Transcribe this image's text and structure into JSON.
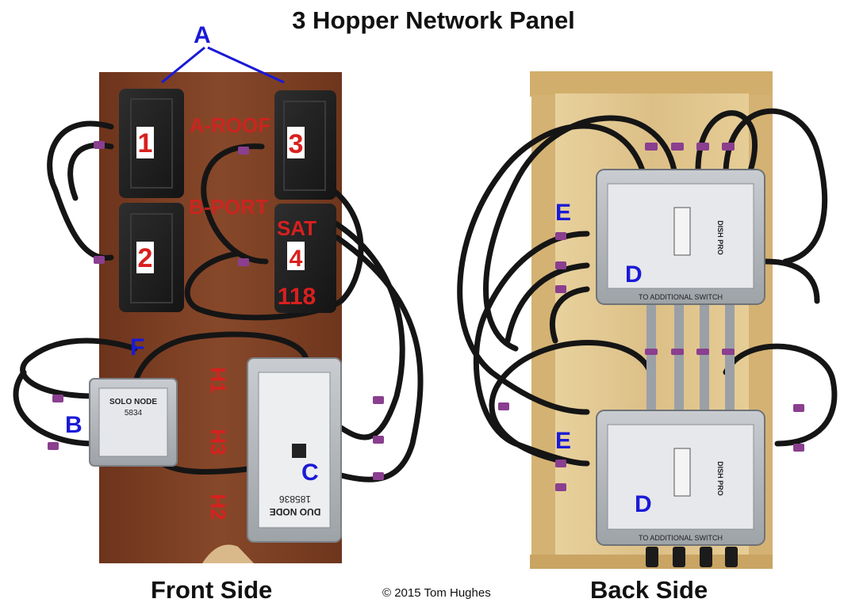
{
  "title": "3 Hopper Network Panel",
  "captions": {
    "front": "Front Side",
    "back": "Back Side"
  },
  "copyright": "© 2015 Tom Hughes",
  "callouts": {
    "a": "A",
    "b": "B",
    "c": "C",
    "d1": "D",
    "d2": "D",
    "e1": "E",
    "e2": "E",
    "f": "F"
  },
  "front_labels": {
    "a_roof": "A-ROOF",
    "b_port": "B-PORT",
    "sat": "SAT",
    "sat_118": "118",
    "h1": "H1",
    "h3": "H3",
    "h2": "H2",
    "num1": "1",
    "num2": "2",
    "num3": "3",
    "num4": "4"
  },
  "device_labels": {
    "solo_node": "SOLO NODE",
    "solo_num": "5834",
    "duo_node": "DUO NODE",
    "duo_num": "185836",
    "to_additional_switch": "TO ADDITIONAL SWITCH",
    "dish_pro": "DISH PRO"
  },
  "colors": {
    "board_front": "#7a3e22",
    "board_back": "#e0c48c",
    "label_red": "#d8201e",
    "callout_blue": "#1a1ad6",
    "cable": "#151515",
    "connector_purple": "#8a3f8f"
  }
}
